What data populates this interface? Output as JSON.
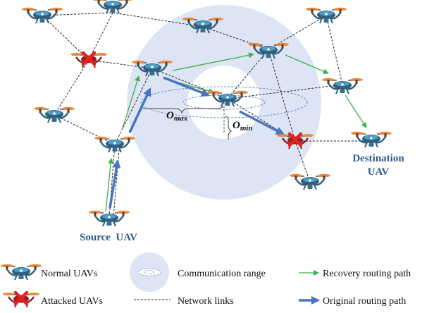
{
  "labels": {
    "source": "Source  UAV",
    "destination_line1": "Destination",
    "destination_line2": "UAV",
    "o_max": "O",
    "o_max_sub": "max",
    "o_min": "O",
    "o_min_sub": "min"
  },
  "legend": {
    "normal": "Normal UAVs",
    "attacked": "Attacked UAVs",
    "comm_range": "Communication range",
    "network_links": "Network links",
    "recovery": "Recovery routing path",
    "original": "Original routing path"
  },
  "colors": {
    "label_blue": "#2e5c8a",
    "range_outer": "#dde4f3",
    "range_inner": "#ffffff",
    "recovery_green": "#3bb04a",
    "original_blue": "#4a73c2",
    "attack_red": "#e32222",
    "drone_orange": "#e98a3c",
    "drone_teal": "#2f5f7c"
  },
  "icons": {
    "normal_uav": "drone-icon",
    "attacked_uav": "attacked-drone-icon"
  }
}
